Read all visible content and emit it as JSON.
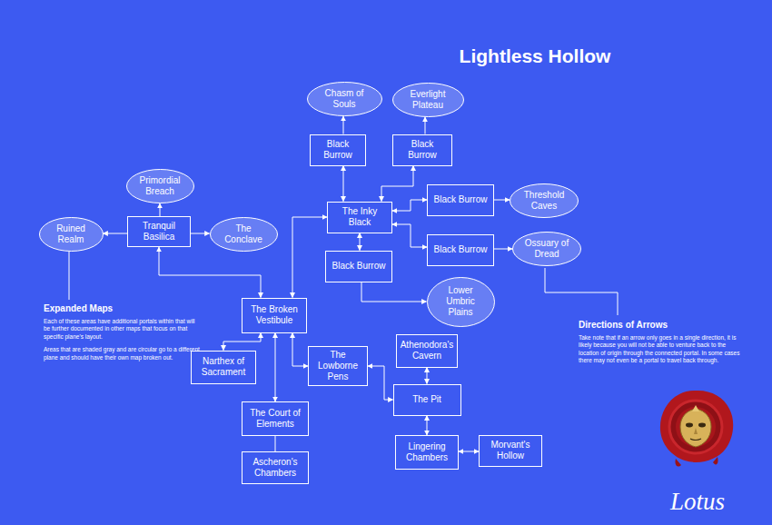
{
  "diagram": {
    "title": "Lightless Hollow",
    "nodes": [
      {
        "text": [
          "Chasm of Souls"
        ]
      },
      {
        "text": [
          "Everlight Plateau"
        ]
      },
      {
        "text": [
          "Black Burrow"
        ]
      },
      {
        "text": [
          "Black Burrow"
        ]
      },
      {
        "text": [
          "Primordial Breach"
        ]
      },
      {
        "text": [
          "Black Burrow"
        ]
      },
      {
        "text": [
          "Threshold Caves"
        ]
      },
      {
        "text": [
          "The Inky Black"
        ]
      },
      {
        "text": [
          "Ruined Realm"
        ]
      },
      {
        "text": [
          "Tranquil Basilica"
        ]
      },
      {
        "text": [
          "The Conclave"
        ]
      },
      {
        "text": [
          "Black Burrow"
        ]
      },
      {
        "text": [
          "Ossuary of Dread"
        ]
      },
      {
        "text": [
          "Black Burrow"
        ]
      },
      {
        "text": [
          "Lower Umbric Plains"
        ]
      },
      {
        "text": [
          "The Broken Vestibule"
        ]
      },
      {
        "text": [
          "Athenodora's Cavern"
        ]
      },
      {
        "text": [
          "Narthex of Sacrament"
        ]
      },
      {
        "text": [
          "The Lowborne Pens"
        ]
      },
      {
        "text": [
          "The Pit"
        ]
      },
      {
        "text": [
          "The Court of Elements"
        ]
      },
      {
        "text": [
          "Lingering Chambers"
        ]
      },
      {
        "text": [
          "Morvant's Hollow"
        ]
      },
      {
        "text": [
          "Ascheron's Chambers"
        ]
      }
    ],
    "edges": [
      {
        "from": 2,
        "to": 0,
        "arrow": "to"
      },
      {
        "from": 7,
        "to": 2,
        "arrow": "both"
      },
      {
        "from": 3,
        "to": 1,
        "arrow": "to"
      },
      {
        "from": 7,
        "to": 3,
        "arrow": "both"
      },
      {
        "from": 7,
        "to": 5,
        "arrow": "both"
      },
      {
        "from": 5,
        "to": 6,
        "arrow": "to"
      },
      {
        "from": 7,
        "to": 11,
        "arrow": "both"
      },
      {
        "from": 11,
        "to": 12,
        "arrow": "to"
      },
      {
        "from": 7,
        "to": 13,
        "arrow": "both"
      },
      {
        "from": 13,
        "to": 14,
        "arrow": "to"
      },
      {
        "from": 9,
        "to": 4,
        "arrow": "to"
      },
      {
        "from": 9,
        "to": 8,
        "arrow": "to"
      },
      {
        "from": 9,
        "to": 10,
        "arrow": "to"
      },
      {
        "from": 9,
        "to": 15,
        "arrow": "both"
      },
      {
        "from": 15,
        "to": 7,
        "arrow": "both"
      },
      {
        "from": 15,
        "to": 17,
        "arrow": "both"
      },
      {
        "from": 15,
        "to": 18,
        "arrow": "both"
      },
      {
        "from": 15,
        "to": 20,
        "arrow": "both"
      },
      {
        "from": 20,
        "to": 23,
        "arrow": "none"
      },
      {
        "from": 18,
        "to": 19,
        "arrow": "both"
      },
      {
        "from": 16,
        "to": 19,
        "arrow": "both"
      },
      {
        "from": 19,
        "to": 21,
        "arrow": "both"
      },
      {
        "from": 21,
        "to": 22,
        "arrow": "both"
      }
    ],
    "labels": [
      "Expanded Maps",
      "Each of these areas have additional portals within that will be further documented in other maps that focus on that specific plane's layout.",
      "Areas that are shaded gray and are circular go to a different plane and should have their own map broken out.",
      "Directions of Arrows",
      "Take note that if an arrow only goes in a single direction, it is likely because you will not be able to venture back to the location of origin through the connected portal. In some cases there may not even be a portal to travel back through.",
      "Lotus"
    ]
  }
}
